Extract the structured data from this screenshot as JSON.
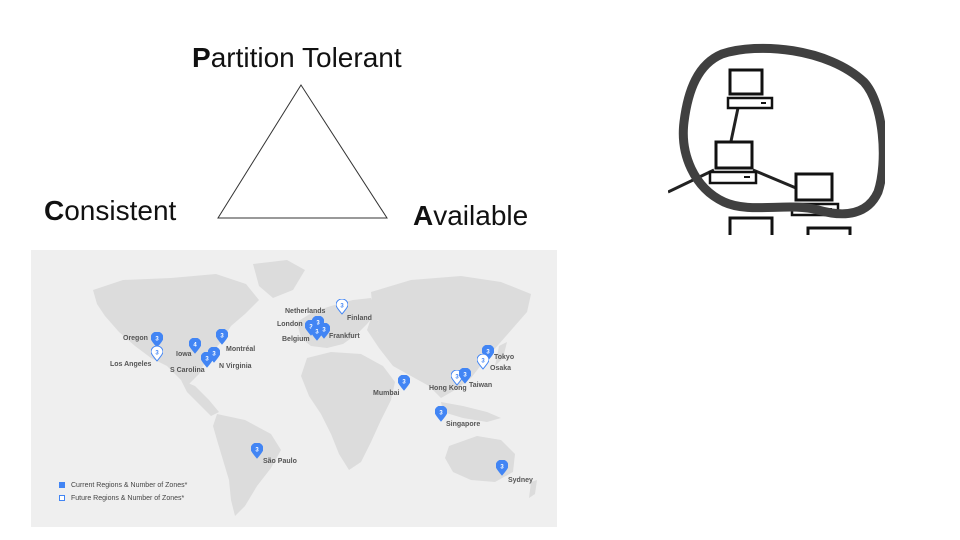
{
  "cap": {
    "partition": {
      "initial": "P",
      "rest": "artition Tolerant"
    },
    "consistent": {
      "initial": "C",
      "rest": "onsistent"
    },
    "available": {
      "initial": "A",
      "rest": "vailable"
    }
  },
  "map": {
    "pin_color_current": "#4285f4",
    "pin_color_future": "#ffffff",
    "regions": [
      {
        "id": "oregon",
        "name": "Oregon",
        "zones": "3",
        "status": "current"
      },
      {
        "id": "los-angeles",
        "name": "Los Angeles",
        "zones": "3",
        "status": "future"
      },
      {
        "id": "iowa",
        "name": "Iowa",
        "zones": "4",
        "status": "current"
      },
      {
        "id": "s-carolina",
        "name": "S Carolina",
        "zones": "3",
        "status": "current"
      },
      {
        "id": "n-virginia",
        "name": "N Virginia",
        "zones": "3",
        "status": "current"
      },
      {
        "id": "montreal",
        "name": "Montréal",
        "zones": "3",
        "status": "current"
      },
      {
        "id": "sao-paulo",
        "name": "São Paulo",
        "zones": "3",
        "status": "current"
      },
      {
        "id": "netherlands",
        "name": "Netherlands",
        "zones": "3",
        "status": "current"
      },
      {
        "id": "london",
        "name": "London",
        "zones": "3",
        "status": "current"
      },
      {
        "id": "belgium",
        "name": "Belgium",
        "zones": "3",
        "status": "current"
      },
      {
        "id": "frankfurt",
        "name": "Frankfurt",
        "zones": "3",
        "status": "current"
      },
      {
        "id": "finland",
        "name": "Finland",
        "zones": "3",
        "status": "future"
      },
      {
        "id": "mumbai",
        "name": "Mumbai",
        "zones": "3",
        "status": "current"
      },
      {
        "id": "singapore",
        "name": "Singapore",
        "zones": "3",
        "status": "current"
      },
      {
        "id": "hong-kong",
        "name": "Hong Kong",
        "zones": "3",
        "status": "future"
      },
      {
        "id": "taiwan",
        "name": "Taiwan",
        "zones": "3",
        "status": "current"
      },
      {
        "id": "tokyo",
        "name": "Tokyo",
        "zones": "3",
        "status": "current"
      },
      {
        "id": "osaka",
        "name": "Osaka",
        "zones": "3",
        "status": "future"
      },
      {
        "id": "sydney",
        "name": "Sydney",
        "zones": "3",
        "status": "current"
      }
    ],
    "legend": {
      "current": "Current Regions & Number of Zones*",
      "future": "Future Regions & Number of Zones*"
    }
  }
}
